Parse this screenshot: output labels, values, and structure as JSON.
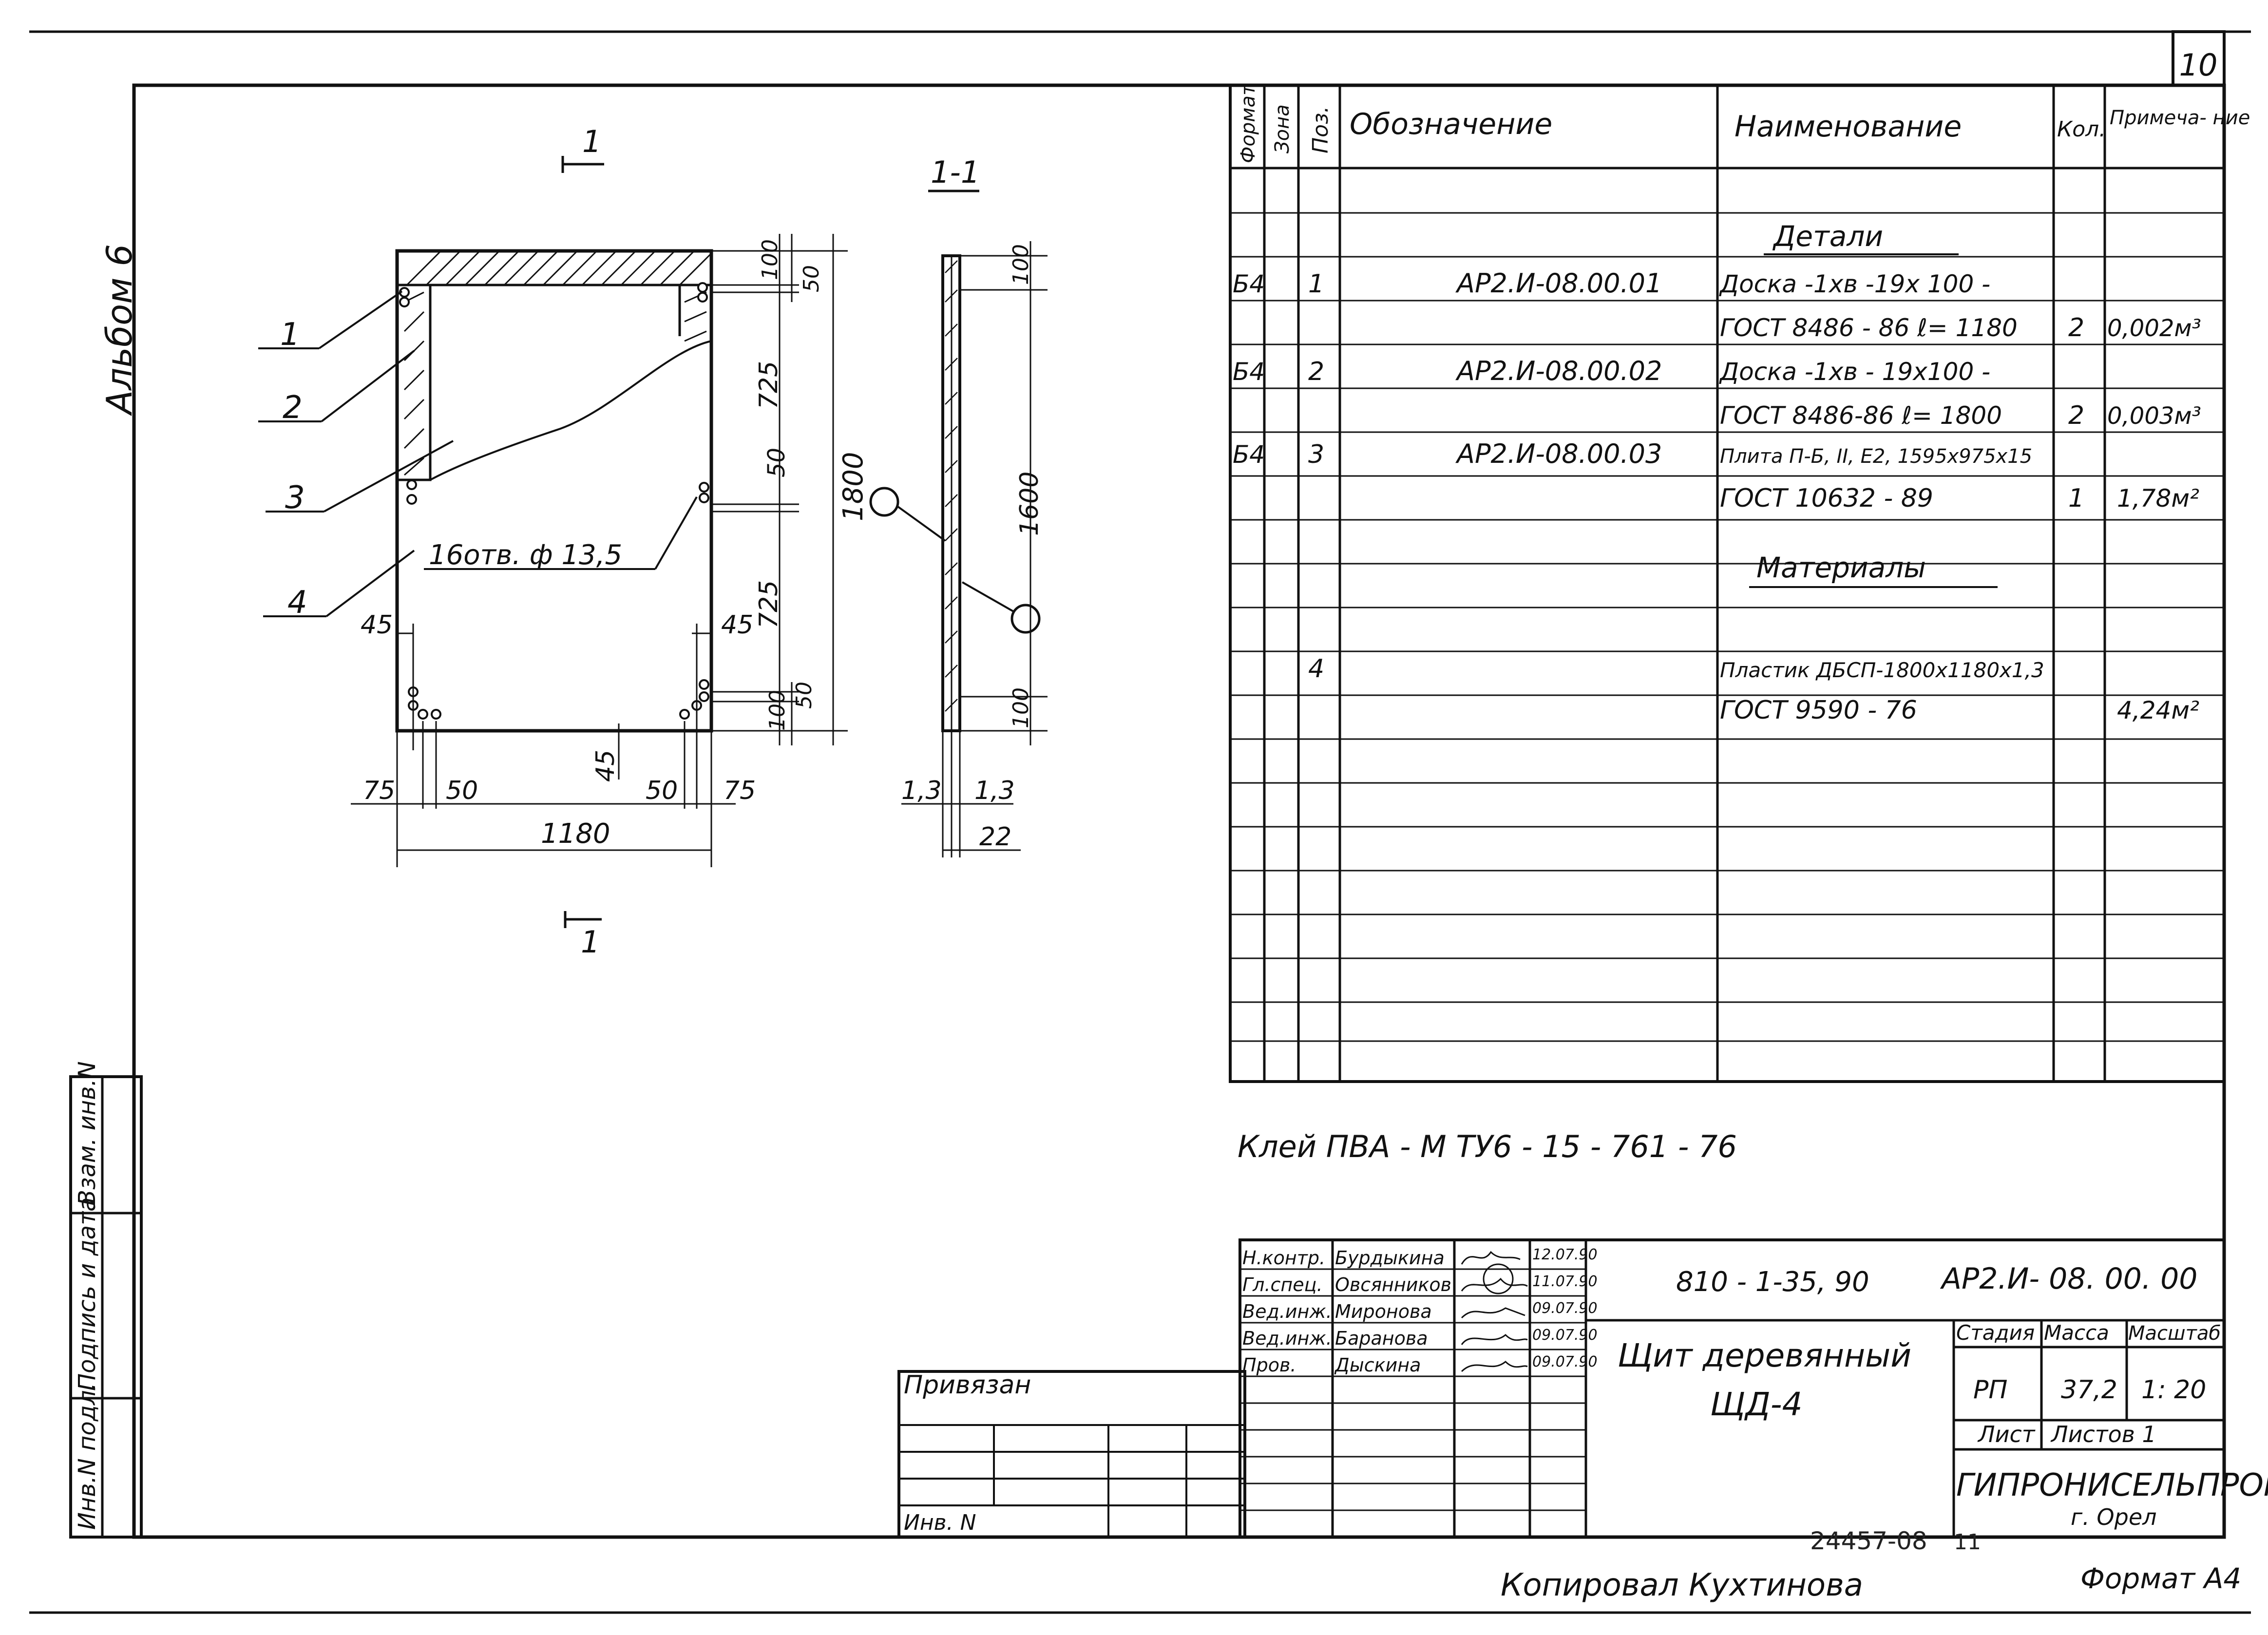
{
  "sheet": {
    "page_number": "10",
    "album_label": "Альбом 6",
    "format_label": "Формат А4",
    "copied_by": "Копировал  Кухтинова",
    "archive_number": "24457-08",
    "archive_sheet": "11",
    "glue_note": "Клей   ПВА - М   ТУ6 - 15 - 761 - 76"
  },
  "drawing": {
    "section_mark_top": "1",
    "section_mark_bottom": "1",
    "section_title": "1-1",
    "holes_note": "16отв.  ф 13,5",
    "callouts": [
      "1",
      "2",
      "3",
      "4"
    ],
    "dims": {
      "d100_top": "100",
      "d50_top": "50",
      "d725_upper": "725",
      "d50_mid": "50",
      "d1800": "1800",
      "d725_lower": "725",
      "d50_bot": "50",
      "d100_bot": "100",
      "d45_left": "45",
      "d45_right": "45",
      "d45_bottom": "45",
      "d75_left": "75",
      "d50_left": "50",
      "d50_right": "50",
      "d75_right": "75",
      "d1180": "1180",
      "s100_top": "100",
      "s1600": "1600",
      "s100_bot": "100",
      "s13_left": "1,3",
      "s13_right": "1,3",
      "s22": "22"
    }
  },
  "spec_table": {
    "headers": {
      "format": "Формат",
      "zone": "Зона",
      "pos": "Поз.",
      "designation": "Обозначение",
      "name": "Наименование",
      "qty": "Кол.",
      "note": "Примеча- ние"
    },
    "section_details": "Детали",
    "section_materials": "Материалы",
    "rows": [
      {
        "format": "Б4",
        "pos": "1",
        "designation": "АР2.И-08.00.01",
        "name": "Доска -1хв -19х 100 -",
        "qty": "",
        "note": ""
      },
      {
        "format": "",
        "pos": "",
        "designation": "",
        "name": "ГОСТ 8486 - 86  ℓ= 1180",
        "qty": "2",
        "note": "0,002м³"
      },
      {
        "format": "Б4",
        "pos": "2",
        "designation": "АР2.И-08.00.02",
        "name": "Доска -1хв - 19х100 -",
        "qty": "",
        "note": ""
      },
      {
        "format": "",
        "pos": "",
        "designation": "",
        "name": "ГОСТ 8486-86  ℓ= 1800",
        "qty": "2",
        "note": "0,003м³"
      },
      {
        "format": "Б4",
        "pos": "3",
        "designation": "АР2.И-08.00.03",
        "name": "Плита П-Б, II, Е2, 1595х975х15",
        "qty": "",
        "note": ""
      },
      {
        "format": "",
        "pos": "",
        "designation": "",
        "name": "ГОСТ  10632 - 89",
        "qty": "1",
        "note": "1,78м²"
      },
      {
        "format": "",
        "pos": "4",
        "designation": "",
        "name": "Пластик ДБСП-1800х1180х1,3",
        "qty": "",
        "note": ""
      },
      {
        "format": "",
        "pos": "",
        "designation": "",
        "name": "ГОСТ 9590 - 76",
        "qty": "",
        "note": "4,24м²"
      }
    ]
  },
  "title_block": {
    "roles": [
      "Н.контр.",
      "Гл.спец.",
      "Вед.инж.",
      "Вед.инж.",
      "Пров."
    ],
    "names": [
      "Бурдыкина",
      "Овсянников",
      "Миронова",
      "Баранова",
      "Дыскина"
    ],
    "dates": [
      "12.07.90",
      "11.07.90",
      "09.07.90",
      "09.07.90",
      "09.07.90"
    ],
    "project_code": "810 - 1-35, 90",
    "doc_code": "АР2.И- 08. 00. 00",
    "title_line1": "Щит  деревянный",
    "title_line2": "ЩД-4",
    "stage_label": "Стадия",
    "mass_label": "Масса",
    "scale_label": "Масштаб",
    "stage": "РП",
    "mass": "37,2",
    "scale": "1: 20",
    "sheet_label": "Лист",
    "sheets_label": "Листов 1",
    "org": "ГИПРОНИСЕЛЬПРОМ",
    "city": "г. Орел",
    "binding_label": "Привязан",
    "inv_label": "Инв. N"
  },
  "side_stamp": {
    "inv_podl": "Инв.N подл.",
    "sign_date": "Подпись и дата",
    "vzam_inv": "Взам. инв.N"
  }
}
